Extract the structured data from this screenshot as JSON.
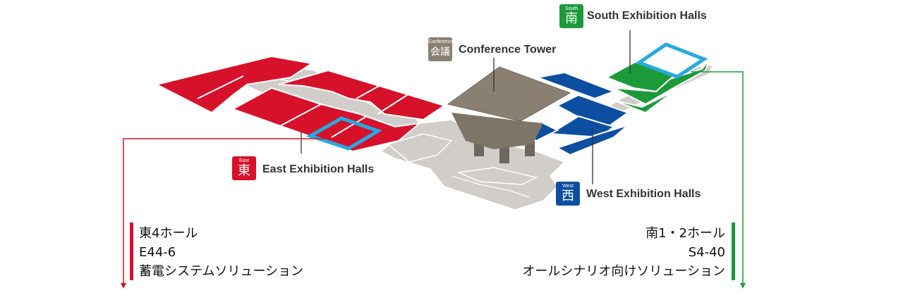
{
  "colors": {
    "east": "#d7112a",
    "west": "#0c4fa0",
    "south": "#1c9a3a",
    "conference": "#8a8072",
    "highlight": "#27a9e1"
  },
  "south": {
    "badge_small": "South",
    "badge_char": "南",
    "label": "South Exhibition Halls"
  },
  "conference": {
    "badge_small": "Conference",
    "badge_char": "会議",
    "label": "Conference Tower"
  },
  "east": {
    "badge_small": "East",
    "badge_char": "東",
    "label": "East Exhibition Halls"
  },
  "west": {
    "badge_small": "West",
    "badge_char": "西",
    "label": "West Exhibition Halls"
  },
  "east_info": {
    "hall": "東4ホール",
    "booth": "E44-6",
    "name": "蓄電システムソリューション"
  },
  "south_info": {
    "hall": "南1・2ホール",
    "booth": "S4-40",
    "name": "オールシナリオ向けソリューション"
  }
}
